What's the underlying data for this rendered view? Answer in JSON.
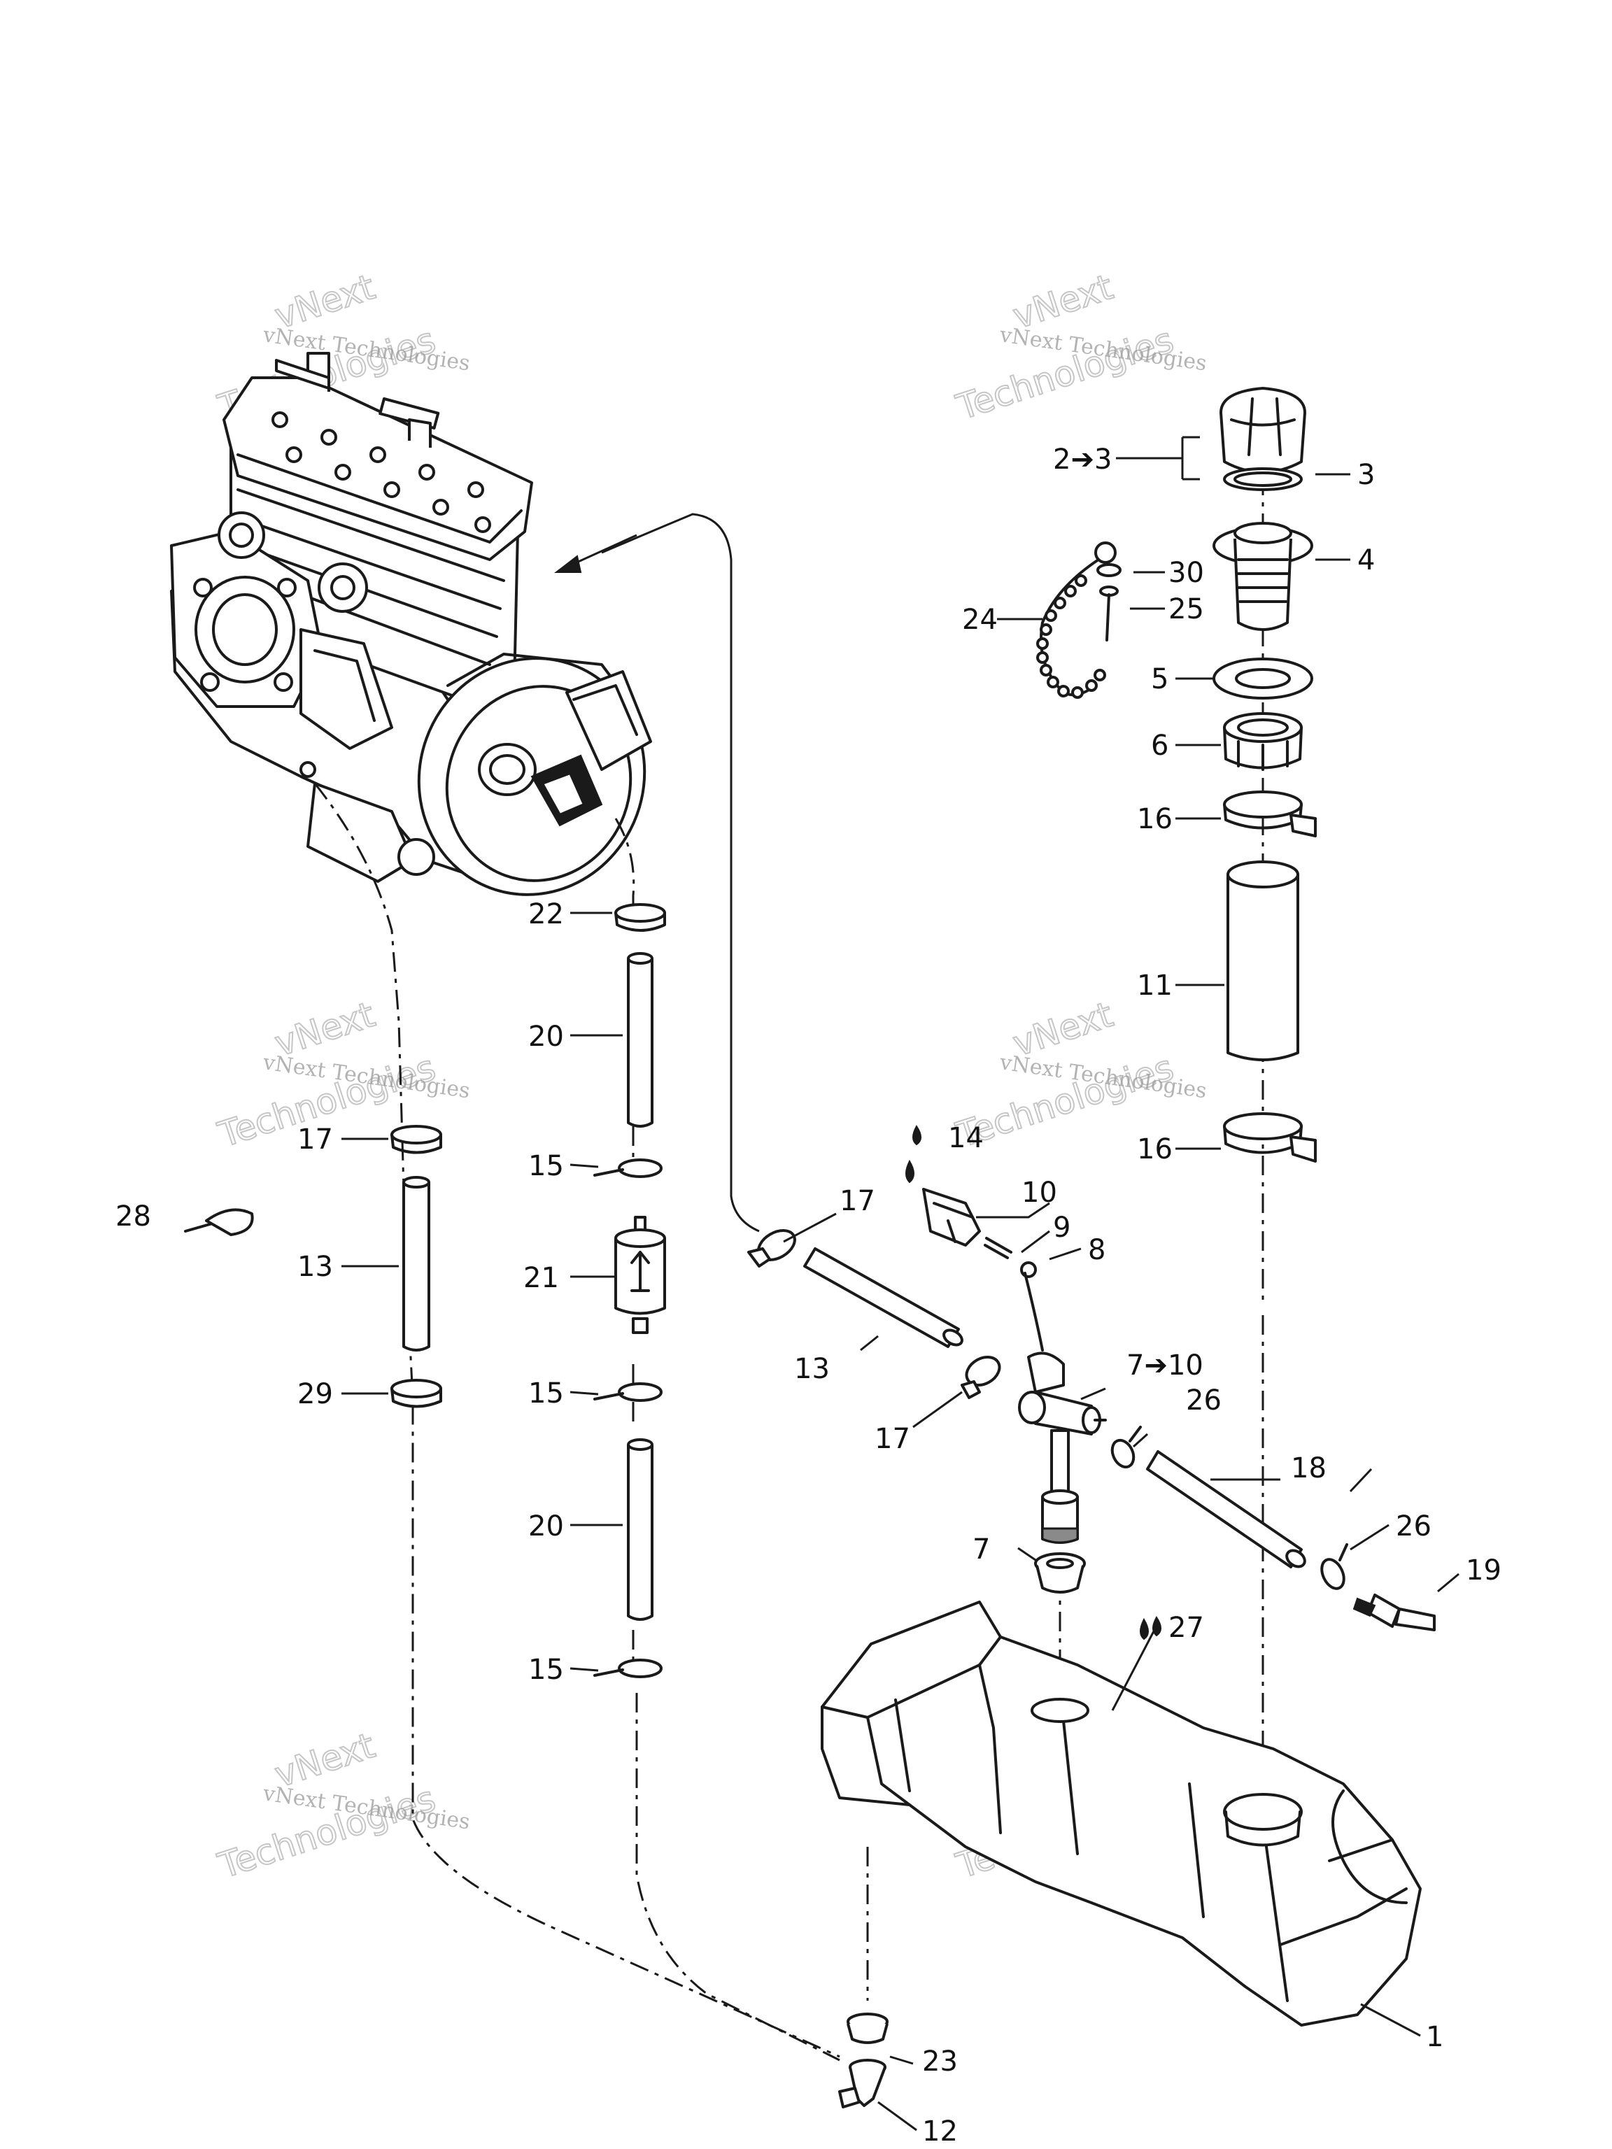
{
  "watermark": {
    "line1": "vNext Technologies",
    "line2": "vNext",
    "line3": "Technologies"
  },
  "callouts": {
    "c1": "1",
    "c2to3": "2➔3",
    "c3": "3",
    "c4": "4",
    "c5": "5",
    "c6": "6",
    "c7": "7",
    "c7to10": "7➔10",
    "c8": "8",
    "c9": "9",
    "c10": "10",
    "c11": "11",
    "c12": "12",
    "c13a": "13",
    "c13b": "13",
    "c14": "14",
    "c15a": "15",
    "c15b": "15",
    "c15c": "15",
    "c16a": "16",
    "c16b": "16",
    "c17a": "17",
    "c17b": "17",
    "c17c": "17",
    "c18": "18",
    "c19": "19",
    "c20a": "20",
    "c20b": "20",
    "c21": "21",
    "c22": "22",
    "c23": "23",
    "c24": "24",
    "c25": "25",
    "c26a": "26",
    "c26b": "26",
    "c27": "27",
    "c28": "28",
    "c29": "29",
    "c30": "30"
  },
  "icons": {
    "drop": "water-drop-icon",
    "arrow": "right-arrow-icon"
  }
}
